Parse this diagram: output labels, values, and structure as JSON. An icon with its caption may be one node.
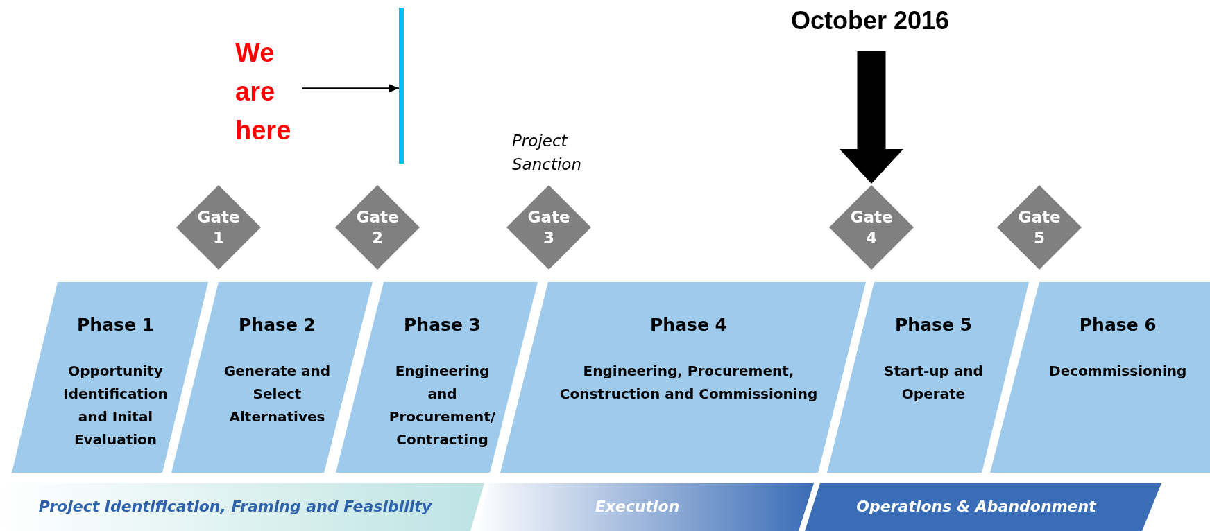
{
  "diagram": {
    "nodes": [
      {
        "text": [
          "We are here"
        ]
      },
      {
        "text": [],
        "shape": "bar"
      },
      {
        "text": [
          "October 2016"
        ]
      },
      {
        "text": [
          "Gate 1"
        ]
      },
      {
        "text": [
          "Gate 2"
        ]
      },
      {
        "text": [
          "Gate 3"
        ],
        "beside": [
          "Project Sanction"
        ]
      },
      {
        "text": [
          "Gate 4"
        ]
      },
      {
        "text": [
          "Gate 5"
        ]
      },
      {
        "text": [
          "Phase 1",
          "Opportunity Identification and Inital Evaluation"
        ]
      },
      {
        "text": [
          "Phase 2",
          "Generate and Select Alternatives"
        ]
      },
      {
        "text": [
          "Phase 3",
          "Engineering and Procurement/ Contracting"
        ]
      },
      {
        "text": [
          "Phase 4",
          "Engineering, Procurement, Construction and Commissioning"
        ]
      },
      {
        "text": [
          "Phase 5",
          "Start-up and Operate"
        ]
      },
      {
        "text": [
          "Phase 6",
          "Decommissioning"
        ]
      },
      {
        "text": [
          "Project Identification, Framing and Feasibility"
        ]
      },
      {
        "text": [
          "Execution"
        ]
      },
      {
        "text": [
          "Operations & Abandonment"
        ]
      }
    ],
    "edges": [
      {
        "from": 0,
        "to": 1,
        "arrow": "to"
      },
      {
        "from": 2,
        "to": 6,
        "arrow": "to",
        "style": "thick"
      }
    ]
  }
}
